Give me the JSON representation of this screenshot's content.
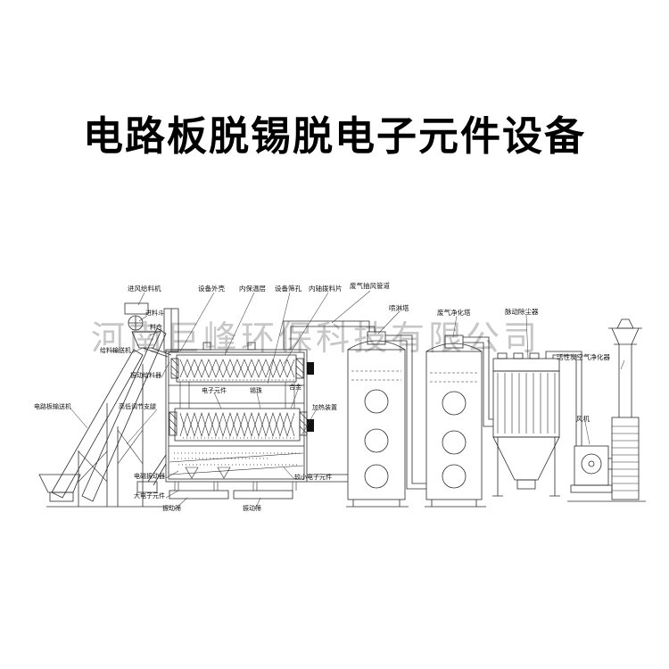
{
  "page": {
    "title": "电路板脱锡脱电子元件设备",
    "watermark": "河南巨峰环保科技有限公司"
  },
  "colors": {
    "line": "#2b2b2b",
    "watermark": "#c7c7c7",
    "background": "#ffffff",
    "text": "#111111"
  },
  "labels": {
    "feed_fan_unit": "进风给料机",
    "equipment_shell": "设备外壳",
    "inner_insulation": "内保温层",
    "equipment_sieve_holes": "设备筛孔",
    "inner_shaft_paddles": "内轴拨料片",
    "exhaust_duct": "废气抽风管道",
    "feed_hopper": "进料斗",
    "material_bin": "料仓",
    "feeding_conveyor": "给料输送机",
    "vibrating_feeder": "振动给料器",
    "height_adjust_legs": "高低调节支腿",
    "pcb_conveyor": "电路板输送机",
    "em_vibrator": "电磁振动器",
    "large_components": "大电子元件",
    "small_components": "较小电子元件",
    "electronic_components": "电子元件",
    "tin_beads": "锡珠",
    "alloy": "合金",
    "heating_device": "加热装置",
    "vibrating_screen_1": "振动筛",
    "vibrating_screen_2": "振动筛",
    "spray_tower": "喷淋塔",
    "gas_purification_tower": "废气净化塔",
    "pulse_dust_collector": "脉动除尘器",
    "carbon_air_purifier": "活性炭空气净化器",
    "fan": "风机"
  }
}
